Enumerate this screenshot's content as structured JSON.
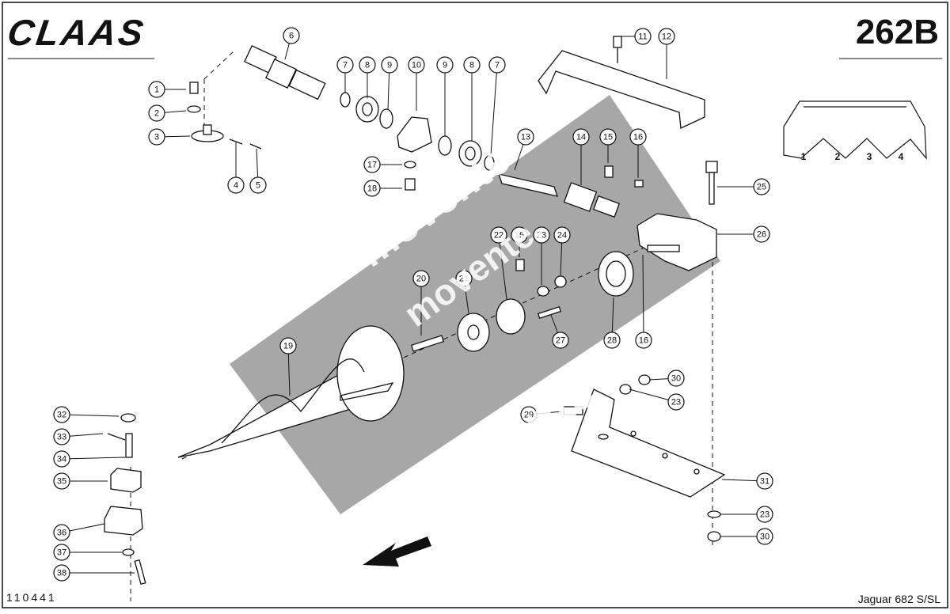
{
  "header": {
    "brand": "CLAAS",
    "page_number": "262B"
  },
  "footer": {
    "drawing_number": "110441",
    "model": "Jaguar 682 S/SL"
  },
  "watermark": {
    "line1": "movente",
    "line2": "movente.",
    "line3": "movente"
  },
  "overview_labels": [
    "1",
    "2",
    "3",
    "4"
  ],
  "callouts": [
    "1",
    "2",
    "3",
    "4",
    "5",
    "6",
    "7",
    "8",
    "9",
    "10",
    "8",
    "7",
    "9",
    "11",
    "12",
    "13",
    "14",
    "15",
    "16",
    "17",
    "18",
    "25",
    "26",
    "20",
    "21",
    "22",
    "15",
    "23",
    "24",
    "27",
    "28",
    "16",
    "19",
    "30",
    "23",
    "29",
    "31",
    "23",
    "30",
    "32",
    "33",
    "34",
    "35",
    "36",
    "37",
    "38"
  ],
  "colors": {
    "line": "#111111",
    "watermark": "#8a8a8a"
  }
}
